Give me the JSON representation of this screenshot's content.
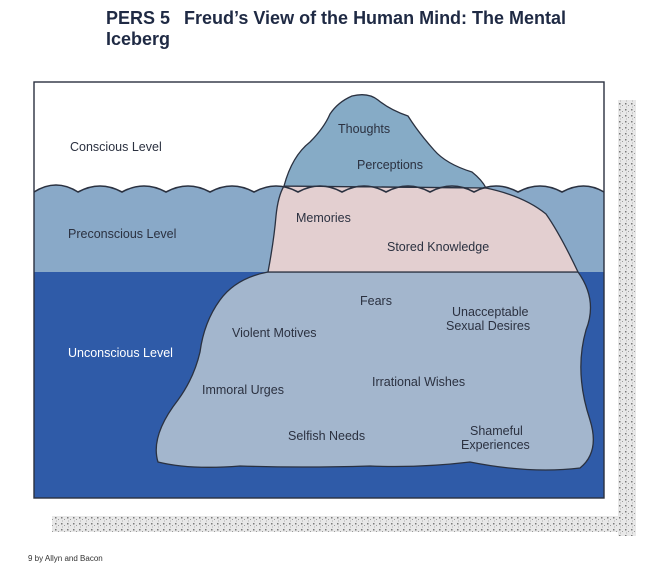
{
  "header": {
    "code": "PERS 5",
    "title": "Freud’s View of the Human Mind: The Mental Iceberg"
  },
  "levels": {
    "conscious": "Conscious Level",
    "preconscious": "Preconscious Level",
    "unconscious": "Unconscious Level"
  },
  "conscious_items": [
    "Thoughts",
    "Perceptions"
  ],
  "preconscious_items": [
    "Memories",
    "Stored Knowledge"
  ],
  "unconscious_items": {
    "fears": "Fears",
    "unacceptable_1": "Unacceptable",
    "unacceptable_2": "Sexual Desires",
    "violent": "Violent Motives",
    "immoral": "Immoral Urges",
    "irrational": "Irrational Wishes",
    "selfish": "Selfish Needs",
    "shameful_1": "Shameful",
    "shameful_2": "Experiences"
  },
  "footer": {
    "credit": "9 by Allyn and Bacon"
  },
  "colors": {
    "sky": "#ffffff",
    "preconscious_water": "#89a9c8",
    "deep_water": "#2f5ba8",
    "iceberg_tip": "#86abc6",
    "iceberg_middle": "#e3cfd0",
    "iceberg_bottom": "#a3b6cd",
    "outline": "#2a3140"
  }
}
